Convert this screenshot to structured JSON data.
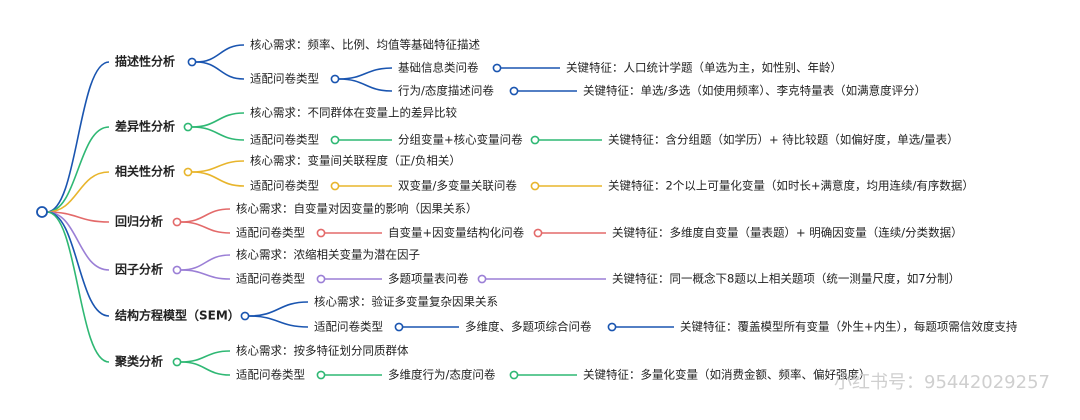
{
  "mindmap": {
    "categories": [
      {
        "title": "描述性分析",
        "color": "#1a55b0",
        "need_label": "核心需求：频率、比例、均值等基础特征描述",
        "adapt_label": "适配问卷类型",
        "types": [
          {
            "name": "基础信息类问卷",
            "feature": "关键特征：人口统计学题（单选为主，如性别、年龄）"
          },
          {
            "name": "行为/态度描述问卷",
            "feature": "关键特征：单选/多选（如使用频率）、李克特量表（如满意度评分）"
          }
        ]
      },
      {
        "title": "差异性分析",
        "color": "#2fb874",
        "need_label": "核心需求：不同群体在变量上的差异比较",
        "adapt_label": "适配问卷类型",
        "types": [
          {
            "name": "分组变量+核心变量问卷",
            "feature": "关键特征：含分组题（如学历）+ 待比较题（如偏好度，单选/量表）"
          }
        ]
      },
      {
        "title": "相关性分析",
        "color": "#e8b52c",
        "need_label": "核心需求：变量间关联程度（正/负相关）",
        "adapt_label": "适配问卷类型",
        "types": [
          {
            "name": "双变量/多变量关联问卷",
            "feature": "关键特征：2个以上可量化变量（如时长+满意度，均用连续/有序数据）"
          }
        ]
      },
      {
        "title": "回归分析",
        "color": "#e36a6a",
        "need_label": "核心需求：自变量对因变量的影响（因果关系）",
        "adapt_label": "适配问卷类型",
        "types": [
          {
            "name": "自变量+因变量结构化问卷",
            "feature": "关键特征：多维度自变量（量表题）+ 明确因变量（连续/分类数据）"
          }
        ]
      },
      {
        "title": "因子分析",
        "color": "#9b7fd6",
        "need_label": "核心需求：浓缩相关变量为潜在因子",
        "adapt_label": "适配问卷类型",
        "types": [
          {
            "name": "多题项量表问卷",
            "feature": "关键特征：同一概念下8题以上相关题项（统一测量尺度，如7分制）"
          }
        ]
      },
      {
        "title": "结构方程模型（SEM）",
        "color": "#1a55b0",
        "need_label": "核心需求：验证多变量复杂因果关系",
        "adapt_label": "适配问卷类型",
        "types": [
          {
            "name": "多维度、多题项综合问卷",
            "feature": "关键特征：覆盖模型所有变量（外生+内生），每题项需信效度支持"
          }
        ]
      },
      {
        "title": "聚类分析",
        "color": "#2fb874",
        "need_label": "核心需求：按多特征划分同质群体",
        "adapt_label": "适配问卷类型",
        "types": [
          {
            "name": "多维度行为/态度问卷",
            "feature": "关键特征：多量化变量（如消费金额、频率、偏好强度）"
          }
        ]
      }
    ],
    "watermark": "小红书号：95442029257"
  }
}
